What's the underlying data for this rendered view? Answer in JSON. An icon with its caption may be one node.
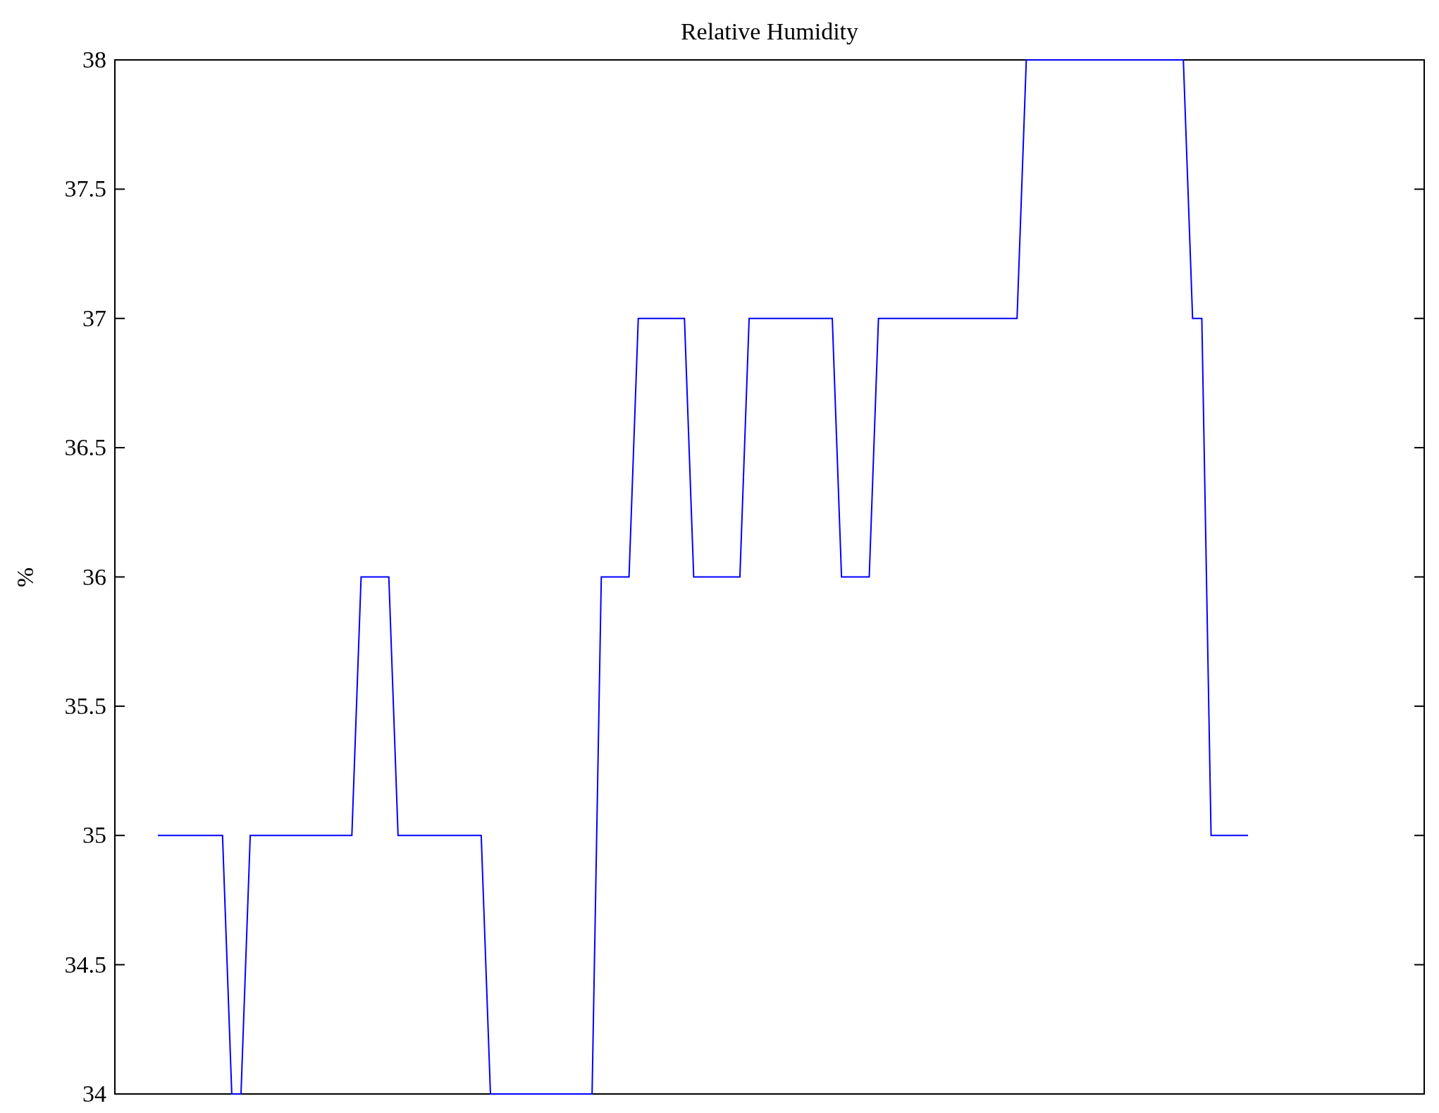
{
  "diagram": {
    "chart_data": {
      "type": "line",
      "title": "Relative Humidity",
      "ylabel": "%",
      "ylim": [
        34,
        38
      ],
      "yticks": [
        34,
        34.5,
        35,
        35.5,
        36,
        36.5,
        37,
        37.5,
        38
      ],
      "series": [
        {
          "color": "#0000ff",
          "values": [
            35,
            35,
            35,
            35,
            35,
            35,
            35,
            35,
            34,
            34,
            35,
            35,
            35,
            35,
            35,
            35,
            35,
            35,
            35,
            35,
            35,
            35,
            36,
            36,
            36,
            36,
            35,
            35,
            35,
            35,
            35,
            35,
            35,
            35,
            35,
            35,
            34,
            34,
            34,
            34,
            34,
            34,
            34,
            34,
            34,
            34,
            34,
            34,
            36,
            36,
            36,
            36,
            37,
            37,
            37,
            37,
            37,
            37,
            36,
            36,
            36,
            36,
            36,
            36,
            37,
            37,
            37,
            37,
            37,
            37,
            37,
            37,
            37,
            37,
            36,
            36,
            36,
            36,
            37,
            37,
            37,
            37,
            37,
            37,
            37,
            37,
            37,
            37,
            37,
            37,
            37,
            37,
            37,
            37,
            38,
            38,
            38,
            38,
            38,
            38,
            38,
            38,
            38,
            38,
            38,
            38,
            38,
            38,
            38,
            38,
            38,
            38,
            37,
            37,
            35,
            35,
            35,
            35,
            35
          ]
        }
      ]
    }
  }
}
